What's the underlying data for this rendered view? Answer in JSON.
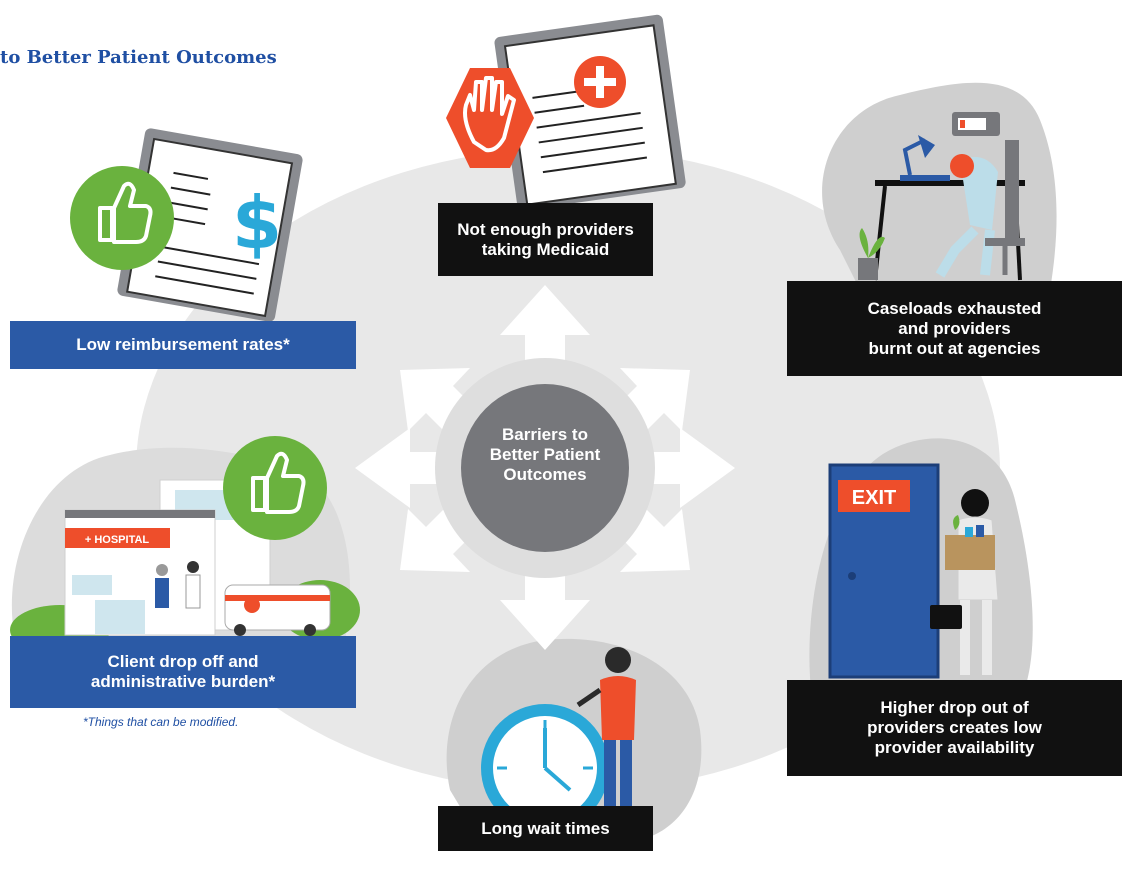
{
  "title": "to Better Patient Outcomes",
  "center": [
    "Barriers to",
    "Better Patient",
    "Outcomes"
  ],
  "barriers": {
    "top": [
      "Not enough providers",
      "taking Medicaid"
    ],
    "top_right": [
      "Caseloads exhausted",
      "and providers",
      "burnt out at agencies"
    ],
    "bottom_right": [
      "Higher drop out of",
      "providers creates low",
      "provider availability"
    ],
    "bottom": [
      "Long wait times"
    ],
    "bottom_left": [
      "Client drop off and",
      "administrative burden*"
    ],
    "top_left": [
      "Low reimbursement rates*"
    ]
  },
  "footnote": "*Things that can be modified.",
  "signs": {
    "hospital": "+ HOSPITAL",
    "exit": "EXIT"
  },
  "colors": {
    "accent_blue": "#2b5aa6",
    "title_blue": "#1f4fa3",
    "label_black": "#111111",
    "green": "#6ab23e",
    "stop_red": "#ee4e2b",
    "clock_blue": "#2aa8d8",
    "circle_gray": "#76777b"
  }
}
